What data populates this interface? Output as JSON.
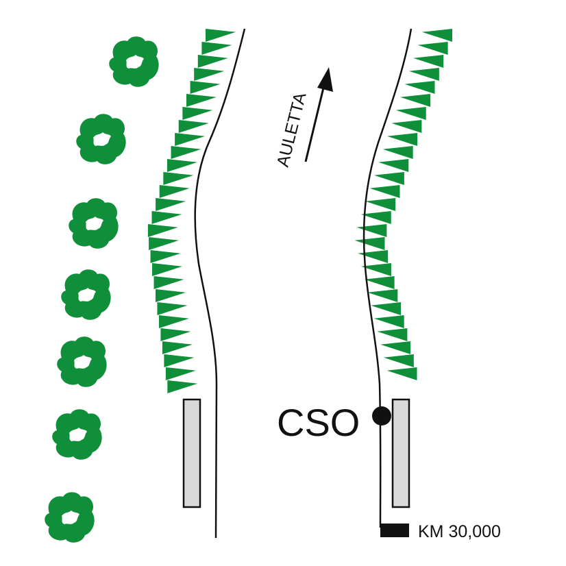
{
  "flow_label": "AULETTA",
  "cso_label": "CSO",
  "km_label": "KM 30,000",
  "colors": {
    "vegetation": "#0f8f3a",
    "line": "#111111",
    "bridge_pier_fill": "#d9d9d9"
  },
  "icons": {
    "tree": "tree-icon",
    "riverbank": "riverbank-vegetation-icon",
    "flow_arrow": "arrow-up-right-icon",
    "station": "cso-station-icon",
    "km_marker": "km-marker-icon"
  }
}
